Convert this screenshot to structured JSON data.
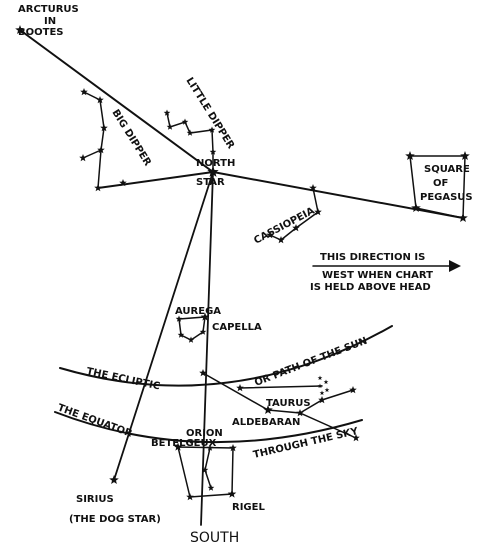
{
  "labels": {
    "arcturus_1": "ARCTURUS",
    "arcturus_2": "IN",
    "arcturus_3": "BOOTES",
    "little_dipper": "LITTLE DIPPER",
    "big_dipper": "BIG DIPPER",
    "north_star_1": "NORTH",
    "north_star_2": "STAR",
    "pegasus_1": "SQUARE",
    "pegasus_2": "OF",
    "pegasus_3": "PEGASUS",
    "cassiopeia": "CASSIOPEIA",
    "direction_1": "THIS DIRECTION IS",
    "direction_2": "WEST WHEN CHART",
    "direction_3": "IS HELD ABOVE HEAD",
    "auriga": "AUREGA",
    "capella": "CAPELLA",
    "ecliptic_1": "THE ECLIPTIC",
    "ecliptic_2": "OR PATH OF THE SUN",
    "taurus": "TAURUS",
    "aldebaran": "ALDEBARAN",
    "orion": "ORION",
    "betelgeux": "BETELGEUX",
    "equator_1": "THE EQUATOR",
    "equator_2": "THROUGH THE SKY",
    "rigel": "RIGEL",
    "sirius_1": "SIRIUS",
    "sirius_2": "(THE DOG STAR)",
    "south": "SOUTH"
  }
}
